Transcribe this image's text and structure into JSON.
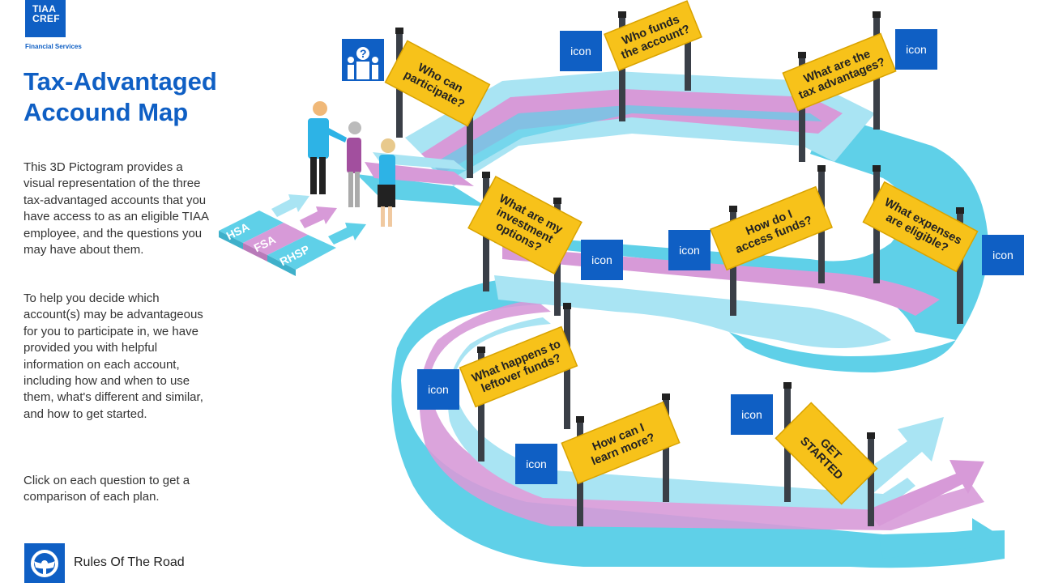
{
  "brand": {
    "logo_line1": "TIAA",
    "logo_line2": "CREF",
    "subtitle": "Financial Services"
  },
  "title": {
    "line1": "Tax-Advantaged",
    "line2": "Accound Map"
  },
  "intro": "This 3D Pictogram provides a visual representation of the three tax-advantaged accounts that you have access to as an eligible TIAA employee, and the questions you may have about them.",
  "help": "To help you decide which account(s) may be advantageous for you to participate in, we have provided you with helpful information on each account, including how and when to use them, what's different and similar, and how to get started.",
  "cta": "Click on each question to get a comparison of each plan.",
  "footer": {
    "label": "Rules Of The Road",
    "icon": "steering-wheel-icon"
  },
  "accounts": {
    "hsa": "HSA",
    "fsa": "FSA",
    "rhsp": "RHSP"
  },
  "colors": {
    "brand_blue": "#0f5fc4",
    "sign_yellow": "#f7c21a",
    "road_cyan": "#5fd0e8",
    "road_light": "#a9e4f3",
    "road_pink": "#d79ad8"
  },
  "signs": [
    {
      "key": "who_participate",
      "lines": [
        "Who can",
        "participate?"
      ],
      "icon": "people-question-icon"
    },
    {
      "key": "who_funds",
      "lines": [
        "Who funds",
        "the account?"
      ],
      "icon_label": "icon"
    },
    {
      "key": "tax_advantages",
      "lines": [
        "What are the",
        "tax advantages?"
      ],
      "icon_label": "icon"
    },
    {
      "key": "investment_options",
      "lines": [
        "What are my",
        "investment",
        "options?"
      ],
      "icon_label": "icon"
    },
    {
      "key": "access_funds",
      "lines": [
        "How do I",
        "access funds?"
      ],
      "icon_label": "icon"
    },
    {
      "key": "expenses",
      "lines": [
        "What expenses",
        "are eligible?"
      ],
      "icon_label": "icon"
    },
    {
      "key": "leftover",
      "lines": [
        "What happens to",
        "leftover funds?"
      ],
      "icon_label": "icon"
    },
    {
      "key": "learn_more",
      "lines": [
        "How can I",
        "learn more?"
      ],
      "icon_label": "icon"
    },
    {
      "key": "get_started",
      "lines": [
        "GET",
        "STARTED"
      ],
      "icon_label": "icon"
    }
  ]
}
